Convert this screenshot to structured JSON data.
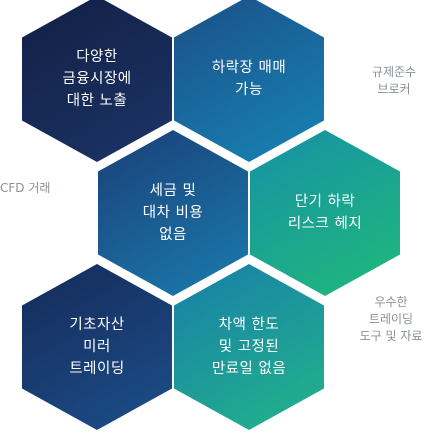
{
  "hexagons": [
    {
      "id": "h1",
      "text": "다양한\n금융시장에\n대한 노출",
      "color": "#1a2a56"
    },
    {
      "id": "h2",
      "text": "하락장 매매\n가능",
      "color": "#1770a6"
    },
    {
      "id": "h3",
      "text": "세금 및\n대차 비용\n없음",
      "color": "#1b6aa1"
    },
    {
      "id": "h4",
      "text": "단기 하락\n리스크 헤지",
      "color": "#1aa98c"
    },
    {
      "id": "h5",
      "text": "기초자산\n미러\n트레이딩",
      "color": "#1a3f78"
    },
    {
      "id": "h6",
      "text": "차액 한도\n및 고정된\n만료일 없음",
      "color": "#1e9e94"
    }
  ],
  "side_labels": {
    "right_top": "규제준수\n브로커",
    "left_middle": "CFD 거래",
    "right_bottom": "우수한\n트레이딩\n도구 및 자료"
  }
}
